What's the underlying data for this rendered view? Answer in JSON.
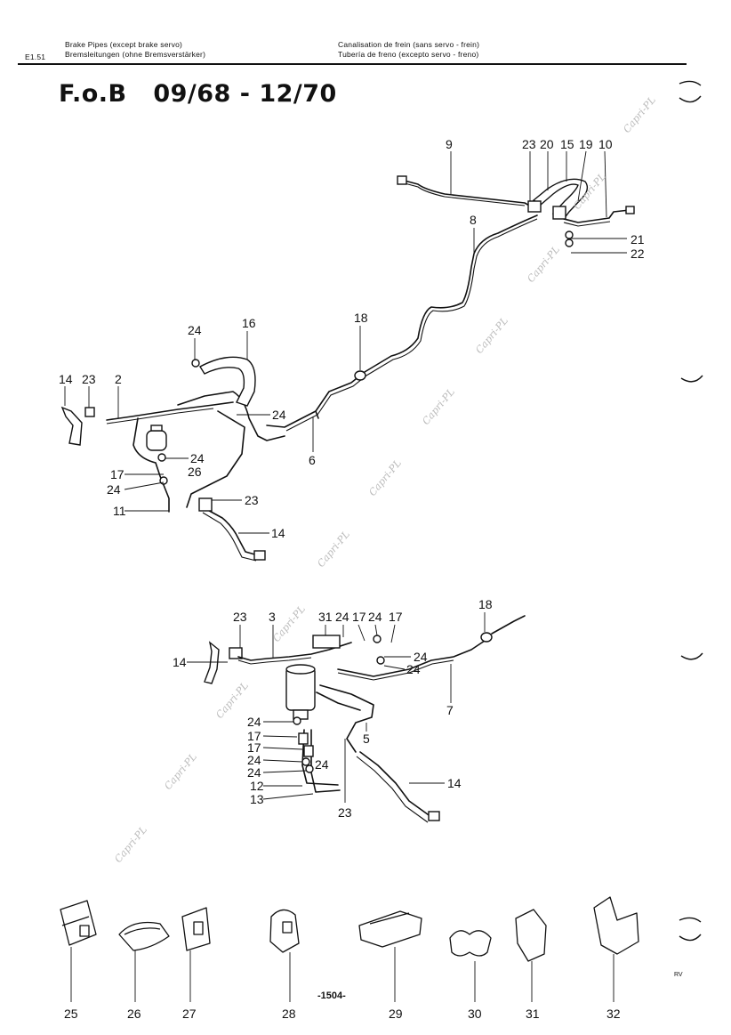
{
  "header": {
    "code": "E1.51",
    "left_line1": "Brake Pipes (except brake servo)",
    "left_line2": "Bremsleitungen (ohne Bremsverstärker)",
    "right_line1": "Canalisation de frein (sans servo - frein)",
    "right_line2": "Tubería de freno (excepto servo - freno)"
  },
  "title": "F.o.B   09/68 - 12/70",
  "page_number": "-1504-",
  "corner_mark": "RV",
  "watermark": "Capri-PL",
  "upper_labels": [
    "9",
    "23",
    "20",
    "15",
    "19",
    "10",
    "8",
    "21",
    "22",
    "16",
    "24",
    "18",
    "14",
    "23",
    "2",
    "24",
    "6",
    "24",
    "26",
    "17",
    "24",
    "11",
    "23",
    "14"
  ],
  "lower_labels": [
    "23",
    "3",
    "31",
    "24",
    "17",
    "24",
    "17",
    "18",
    "14",
    "24",
    "24",
    "7",
    "24",
    "17",
    "17",
    "24",
    "24",
    "12",
    "13",
    "5",
    "24",
    "14",
    "23"
  ],
  "clip_labels": [
    "25",
    "26",
    "27",
    "28",
    "29",
    "30",
    "31",
    "32"
  ]
}
